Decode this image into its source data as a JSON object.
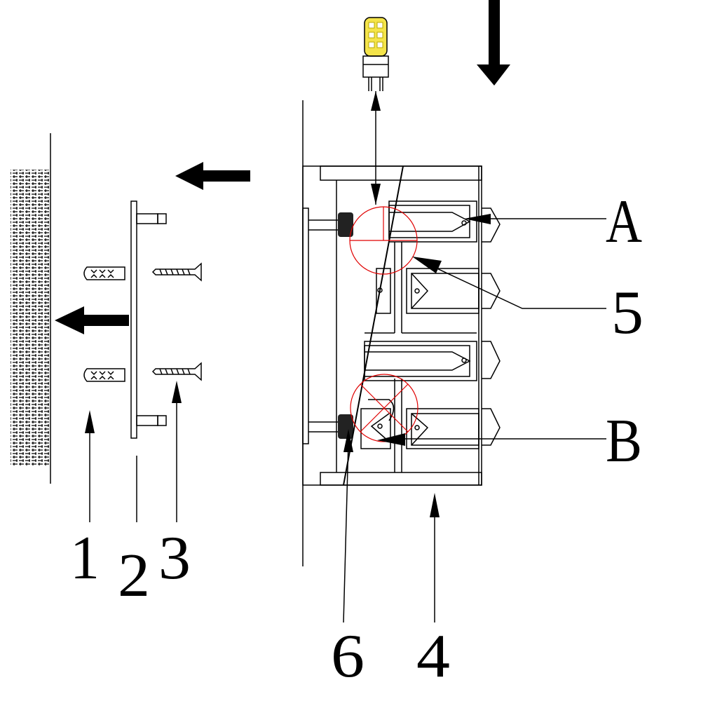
{
  "labels": {
    "wall_anchor": "1",
    "mounting_plate": "2",
    "screw": "3",
    "fixture": "4",
    "detail_5": "5",
    "detail_6": "6",
    "detail_a": "A",
    "detail_b": "B"
  },
  "colors": {
    "line": "#000000",
    "highlight": "#e00000",
    "bulb": "#f4e44a"
  }
}
